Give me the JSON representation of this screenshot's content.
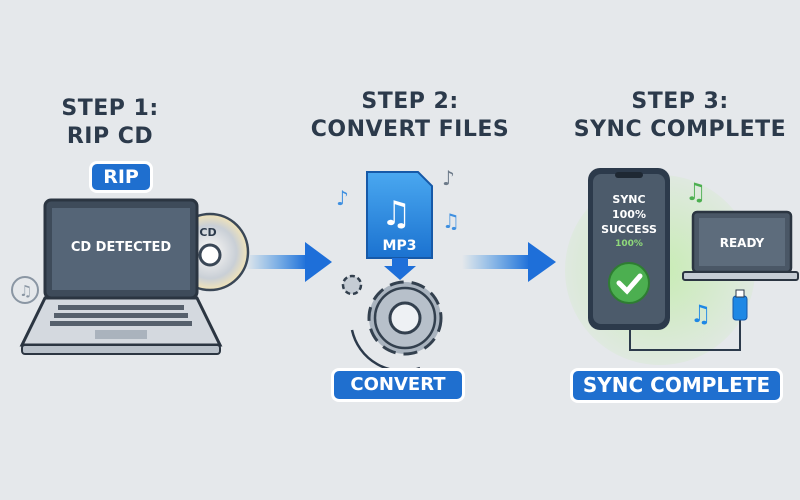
{
  "steps": [
    {
      "title_line1": "STEP 1:",
      "title_line2": "RIP CD",
      "badge": "RIP",
      "screen_text": "CD DETECTED",
      "disc_label": "CD"
    },
    {
      "title_line1": "STEP 2:",
      "title_line2": "CONVERT FILES",
      "file_label": "MP3",
      "badge": "CONVERT"
    },
    {
      "title_line1": "STEP 3:",
      "title_line2": "SYNC COMPLETE",
      "phone_line1": "SYNC",
      "phone_line2": "100%",
      "phone_line3": "SUCCESS",
      "phone_line4": "100%",
      "laptop_text": "READY",
      "badge": "SYNC COMPLETE"
    }
  ],
  "colors": {
    "background": "#e5e8eb",
    "accent_blue": "#1f6fcf",
    "heading": "#2c3a4b",
    "success_green": "#4caf50",
    "glow_green": "#c8ecb4"
  },
  "icons": [
    "laptop-icon",
    "cd-icon",
    "music-note-icon",
    "arrow-right-icon",
    "mp3-file-icon",
    "gear-icon",
    "phone-icon",
    "checkmark-icon",
    "usb-cable-icon"
  ]
}
